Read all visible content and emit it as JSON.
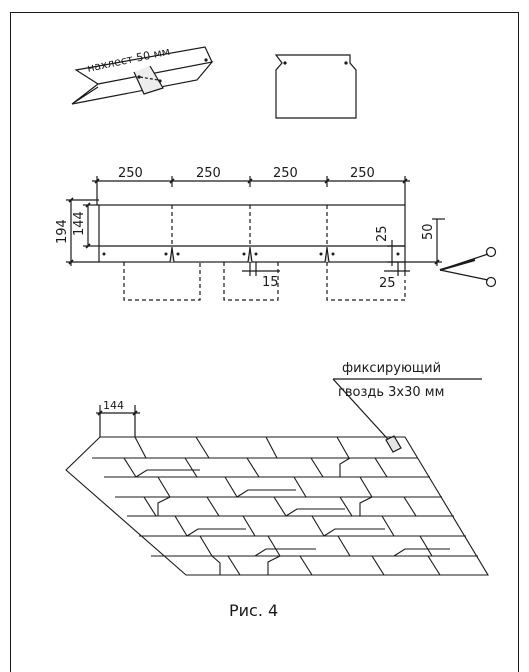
{
  "overlap_label": "нахлест 50 мм",
  "dims": {
    "seg1": "250",
    "seg2": "250",
    "seg3": "250",
    "seg4": "250",
    "total_height": "194",
    "strip_height": "144",
    "right_small": "25",
    "cut_depth": "50",
    "gap_15": "15",
    "gap_25": "25"
  },
  "nail_label": {
    "line1": "фиксирующий",
    "line2": "гвоздь 3х30 мм"
  },
  "roof_width": "144",
  "caption": "Рис. 4"
}
